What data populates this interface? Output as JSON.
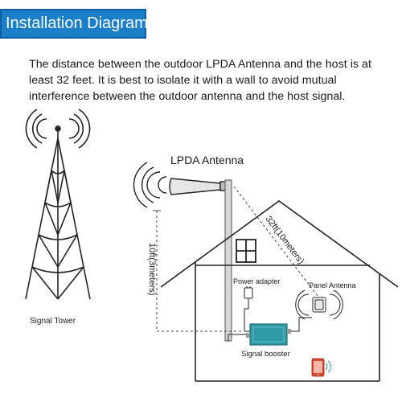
{
  "header": {
    "title": "Installation Diagram",
    "title_bg": "#1a7fc8"
  },
  "description": "The distance between the outdoor LPDA Antenna and the host is at least 32 feet. It is best to isolate it with a wall to avoid mutual interference between the outdoor antenna and the host signal.",
  "diagram": {
    "tower_label": "Signal Tower",
    "lpda_label": "LPDA Antenna",
    "height_label": "10ft(3meters)",
    "distance_label": "32ft(10meters)",
    "power_adapter_label": "Power adapter",
    "panel_antenna_label": "Panel Antenna",
    "booster_label": "Signal booster",
    "booster_color": "#2f9aa6",
    "phone_color": "#e0462f"
  }
}
